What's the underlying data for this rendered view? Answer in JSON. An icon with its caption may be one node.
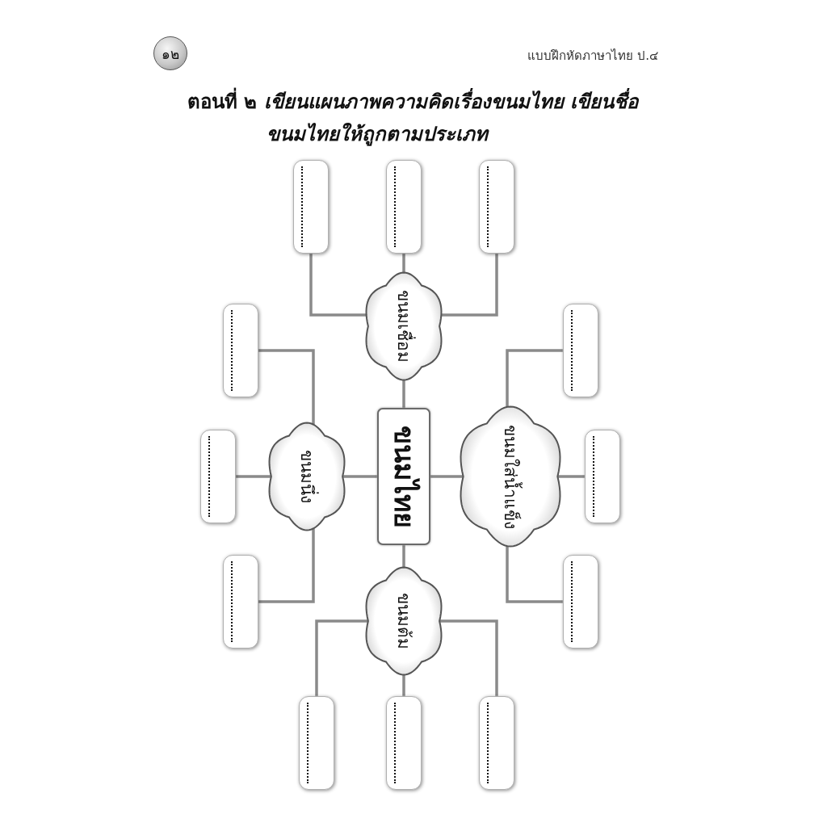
{
  "diagram": {
    "title": "**ตอนที่ ๒** เขียนแผนภาพความคิดเรื่องขนมไทย เขียนชื่อขนมไทยให้ถูกตามประเภท",
    "nodes": [
      {
        "text": [
          "๑๒"
        ]
      },
      {
        "text": [],
        "shape": "box"
      },
      {
        "text": [],
        "shape": "box"
      },
      {
        "text": [],
        "shape": "box"
      },
      {
        "text": [
          "ขนมเชื่อม"
        ]
      },
      {
        "text": [],
        "shape": "box"
      },
      {
        "text": [],
        "shape": "box"
      },
      {
        "text": [],
        "shape": "box"
      },
      {
        "text": [
          "ขนมนึ่ง"
        ]
      },
      {
        "text": [
          "ขนมไทย"
        ]
      },
      {
        "text": [
          "ขนมใส่น้ำแข็ง"
        ]
      },
      {
        "text": [],
        "shape": "box"
      },
      {
        "text": [],
        "shape": "box"
      },
      {
        "text": [],
        "shape": "box"
      },
      {
        "text": [
          "ขนมต้ม"
        ]
      },
      {
        "text": [],
        "shape": "box"
      },
      {
        "text": [],
        "shape": "box"
      },
      {
        "text": [],
        "shape": "box"
      }
    ],
    "edges": [
      {
        "from": 9,
        "to": 4,
        "arrow": "none"
      },
      {
        "from": 9,
        "to": 8,
        "arrow": "none"
      },
      {
        "from": 9,
        "to": 10,
        "arrow": "none"
      },
      {
        "from": 9,
        "to": 14,
        "arrow": "none"
      },
      {
        "from": 4,
        "to": 1,
        "arrow": "none"
      },
      {
        "from": 4,
        "to": 2,
        "arrow": "none"
      },
      {
        "from": 4,
        "to": 3,
        "arrow": "none"
      },
      {
        "from": 8,
        "to": 5,
        "arrow": "none"
      },
      {
        "from": 8,
        "to": 7,
        "arrow": "none"
      },
      {
        "from": 8,
        "to": 12,
        "arrow": "none"
      },
      {
        "from": 10,
        "to": 6,
        "arrow": "none"
      },
      {
        "from": 10,
        "to": 13,
        "arrow": "none"
      },
      {
        "from": 10,
        "to": 11,
        "arrow": "none"
      },
      {
        "from": 14,
        "to": 15,
        "arrow": "none"
      },
      {
        "from": 14,
        "to": 16,
        "arrow": "none"
      },
      {
        "from": 14,
        "to": 17,
        "arrow": "none"
      }
    ],
    "labels": [
      "แบบฝึกหัดภาษาไทย ป.๔"
    ]
  }
}
